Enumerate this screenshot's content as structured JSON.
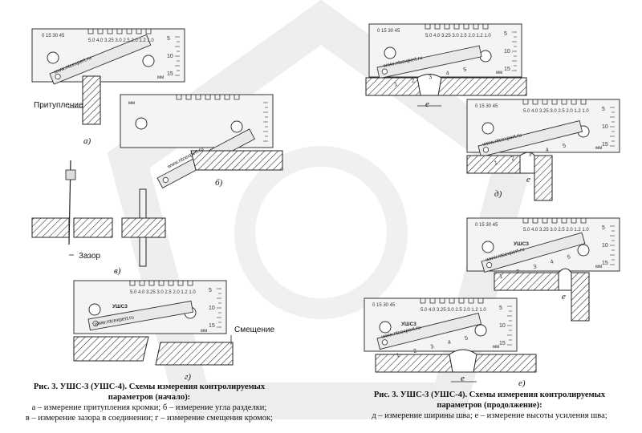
{
  "watermark": {
    "color": "#e6e6e6"
  },
  "gauge": {
    "url": "www.ntcexpert.ru",
    "model": "УШС3",
    "unit": "мм",
    "top_scale": "5.0  4.0  3.25  3.0  2.5  2.0  1.2  1.0",
    "angle_scale": "0  15  30  45",
    "right_scale": [
      "5",
      "10",
      "15"
    ],
    "bottom_scale": [
      "1",
      "2",
      "3",
      "4",
      "5"
    ]
  },
  "callouts": {
    "bluntness": "Притупление",
    "gap": "Зазор",
    "offset": "Смещение",
    "e": "e",
    "e_small": "e"
  },
  "panel_labels": {
    "a": "а)",
    "b": "б)",
    "v": "в)",
    "g": "г)",
    "d": "д)",
    "e": "е)"
  },
  "caption_left": {
    "line1": "Рис. 3. УШС-3 (УШС-4). Схемы измерения контролируемых",
    "line2": "параметров (начало):",
    "line3": "а – измерение притупления кромки; б – измерение угла разделки;",
    "line4": "в – измерение зазора в соединении; г – измерение смещения кромок;"
  },
  "caption_right": {
    "line1": "Рис. 3. УШС-3 (УШС-4). Схемы измерения контролируемых",
    "line2": "параметров (продолжение):",
    "line3": "д – измерение ширины шва; е – измерение высоты усиления шва;"
  }
}
